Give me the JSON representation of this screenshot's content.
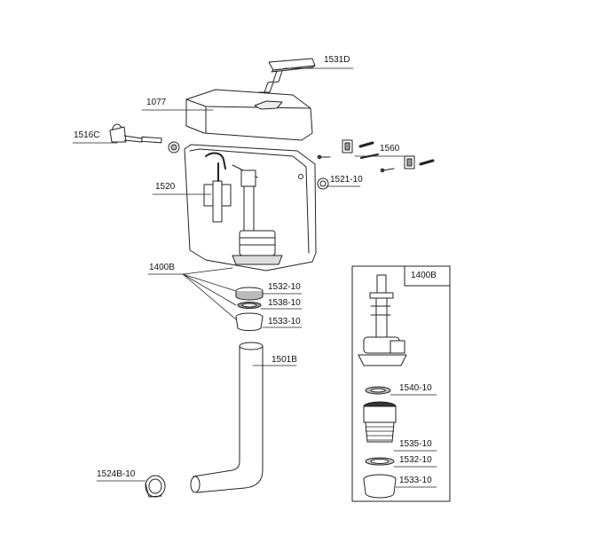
{
  "diagram": {
    "labels": {
      "cover": "1531D",
      "lid": "1077",
      "side_inlet": "1516C",
      "fixings": "1560",
      "plug": "1521-10",
      "flush_button": "1520",
      "valve": "1400B",
      "washer_a": "1532-10",
      "washer_b": "1538-10",
      "cone": "1533-10",
      "pipe": "1501B",
      "nut": "1524B-10"
    },
    "detail_box": {
      "title": "1400B",
      "labels": {
        "seal": "1540-10",
        "thread_part": "1535-10",
        "washer": "1532-10",
        "cone": "1533-10"
      }
    }
  }
}
